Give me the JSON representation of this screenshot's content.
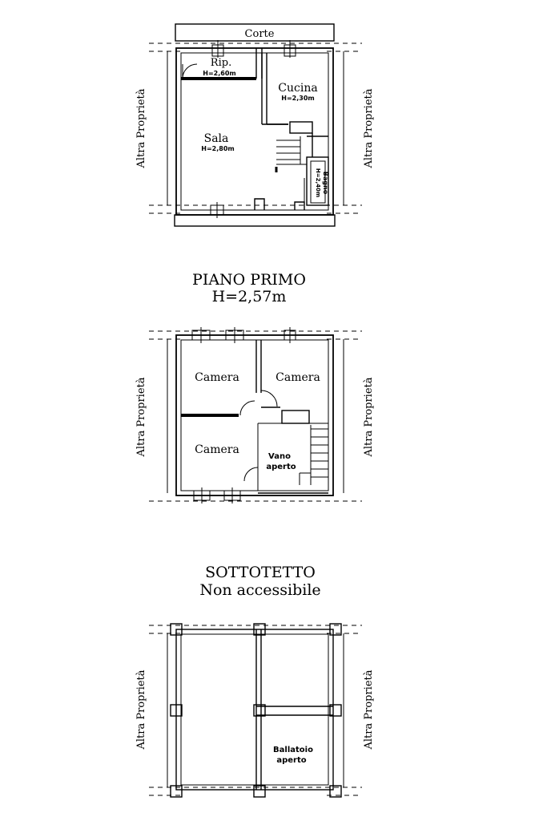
{
  "ground_floor": {
    "court_label": "Corte",
    "neighbor_left": "Altra Proprietà",
    "neighbor_right": "Altra Proprietà",
    "rooms": {
      "storage": {
        "name": "Rip.",
        "height": "H=2,60m"
      },
      "kitchen": {
        "name": "Cucina",
        "height": "H=2,30m"
      },
      "living": {
        "name": "Sala",
        "height": "H=2,80m"
      },
      "bath": {
        "name": "Bagno",
        "height": "H=2,40m"
      }
    }
  },
  "first_floor": {
    "title": "PIANO PRIMO",
    "height": "H=2,57m",
    "neighbor_left": "Altra Proprietà",
    "neighbor_right": "Altra Proprietà",
    "rooms": {
      "bedroom_1": "Camera",
      "bedroom_2": "Camera",
      "bedroom_3": "Camera",
      "void_line1": "Vano",
      "void_line2": "aperto"
    }
  },
  "attic": {
    "title": "SOTTOTETTO",
    "subtitle": "Non accessibile",
    "neighbor_left": "Altra Proprietà",
    "neighbor_right": "Altra Proprietà",
    "gallery_line1": "Ballatoio",
    "gallery_line2": "aperto"
  }
}
